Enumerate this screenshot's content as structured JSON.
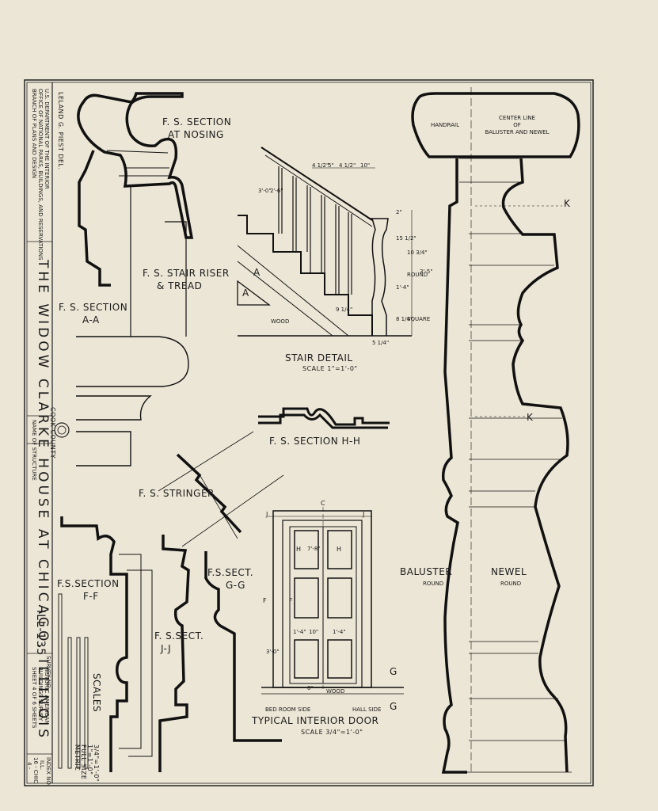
{
  "title_block": {
    "delineator": "LELAND G. PIEST DEL.",
    "agency_line1": "U.S. DEPARTMENT OF THE INTERIOR",
    "agency_line2": "OFFICE OF NATIONAL PARKS, BUILDINGS, AND RESERVATIONS",
    "agency_line3": "BRANCH OF PLANS AND DESIGN",
    "structure_title": "THE WIDOW CLARKE HOUSE AT CHICAGO, ILLINOIS",
    "name_of_structure": "NAME OF STRUCTURE",
    "county": "COOK COUNTY",
    "survey_no_label": "SURVEY NO.",
    "survey_no": "ILL-135",
    "program_line1": "HISTORIC AMERICAN",
    "program_line2": "BUILDINGS SURVEY",
    "sheet_info": "SHEET 4 OF 6 SHEETS",
    "index_no": "INDEX NO.",
    "index_val1": "ILL.",
    "index_val2": "16 - CHIC",
    "index_val3": "4 -"
  },
  "scales": {
    "label": "SCALES",
    "items": [
      "3/4\"=1'-0\"",
      "1\"=1'-0\"",
      "FULL SIZE",
      "METRIC"
    ]
  },
  "labels": {
    "section_nosing_1": "F. S. SECTION",
    "section_nosing_2": "AT NOSING",
    "stair_riser_1": "F. S. STAIR RISER",
    "stair_riser_2": "& TREAD",
    "section_aa_1": "F. S. SECTION",
    "section_aa_2": "A-A",
    "section_hh": "F. S. SECTION H-H",
    "stringer": "F. S. STRINGER",
    "section_ff_1": "F.S.SECTION",
    "section_ff_2": "F-F",
    "sect_jj_1": "F. S.SECT.",
    "sect_jj_2": "J-J",
    "sect_gg_1": "F.S.SECT.",
    "sect_gg_2": "G-G",
    "stair_detail": "STAIR DETAIL",
    "stair_scale": "SCALE 1\"=1'-0\"",
    "wood": "WOOD",
    "door_title": "TYPICAL INTERIOR DOOR",
    "door_scale": "SCALE 3/4\"=1'-0\"",
    "bed_room_side": "BED ROOM SIDE",
    "hall_side": "HALL SIDE",
    "door_wood": "WOOD",
    "handrail": "HANDRAIL",
    "center_line_1": "CENTER LINE",
    "center_line_2": "OF",
    "center_line_3": "BALUSTER AND NEWEL",
    "baluster": "BALUSTER",
    "baluster_sub": "ROUND",
    "newel": "NEWEL",
    "newel_sub": "ROUND",
    "mark_k1": "K",
    "mark_k2": "K",
    "mark_a1": "A",
    "mark_a2": "A",
    "mark_j1": "J",
    "mark_j2": "J",
    "mark_h1": "H",
    "mark_h2": "H",
    "mark_f1": "F",
    "mark_f2": "F",
    "mark_g1": "G",
    "mark_g2": "G",
    "mark_c": "C",
    "dims_stair": [
      "4 1/2\"",
      "5\"",
      "4 1/2\"",
      "10\"",
      "3'-0\"",
      "2'-6\"",
      "2\"",
      "15 1/2\"",
      "10 3/4\"",
      "ROUND",
      "3'-5\"",
      "1'-4\"",
      "8 1/4\"",
      "SQUARE",
      "9 1/4\"",
      "5 1/4\""
    ],
    "dims_door": [
      "7'-8\"",
      "1'-4\"",
      "10\"",
      "1'-4\"",
      "3'-0\"",
      "8\""
    ]
  }
}
